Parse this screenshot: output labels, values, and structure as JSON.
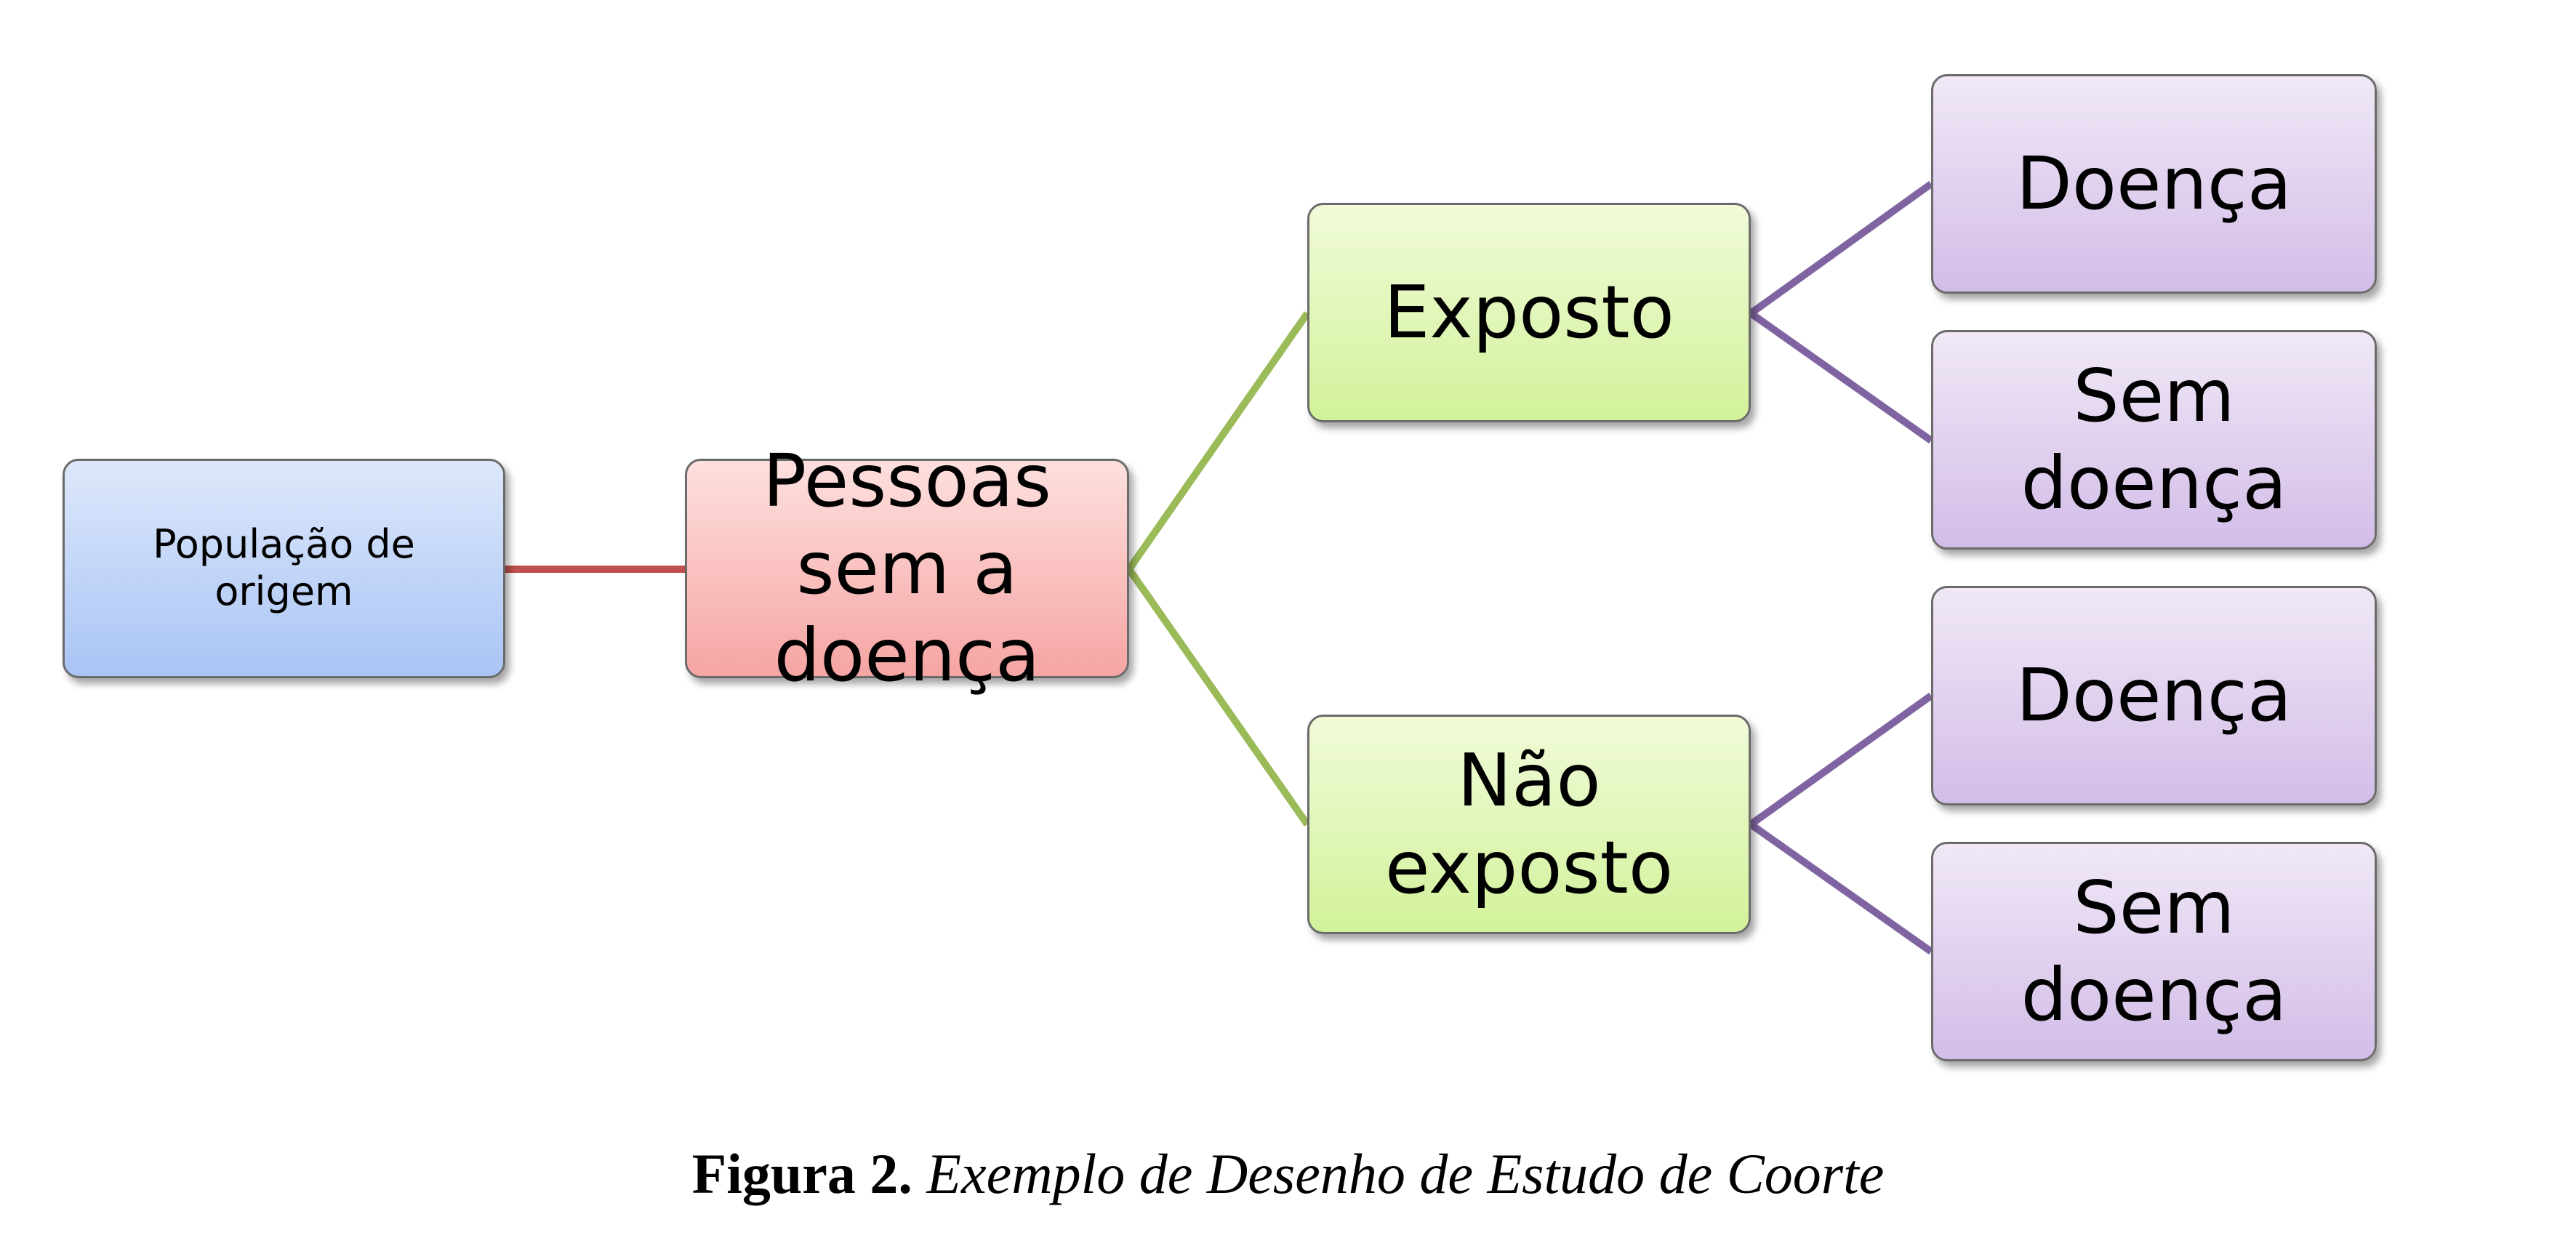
{
  "nodes": {
    "source_population": "População de origem",
    "people_without_disease": "Pessoas sem a doença",
    "exposed": "Exposto",
    "not_exposed": "Não exposto",
    "exposed_disease": "Doença",
    "exposed_no_disease": "Sem doença",
    "not_exposed_disease": "Doença",
    "not_exposed_no_disease": "Sem doença"
  },
  "caption": {
    "label": "Figura 2.",
    "text": "Exemplo de Desenho de Estudo de Coorte"
  },
  "colors": {
    "line_red": "#c0504d",
    "line_green": "#9bbb59",
    "line_purple": "#8064a2"
  }
}
